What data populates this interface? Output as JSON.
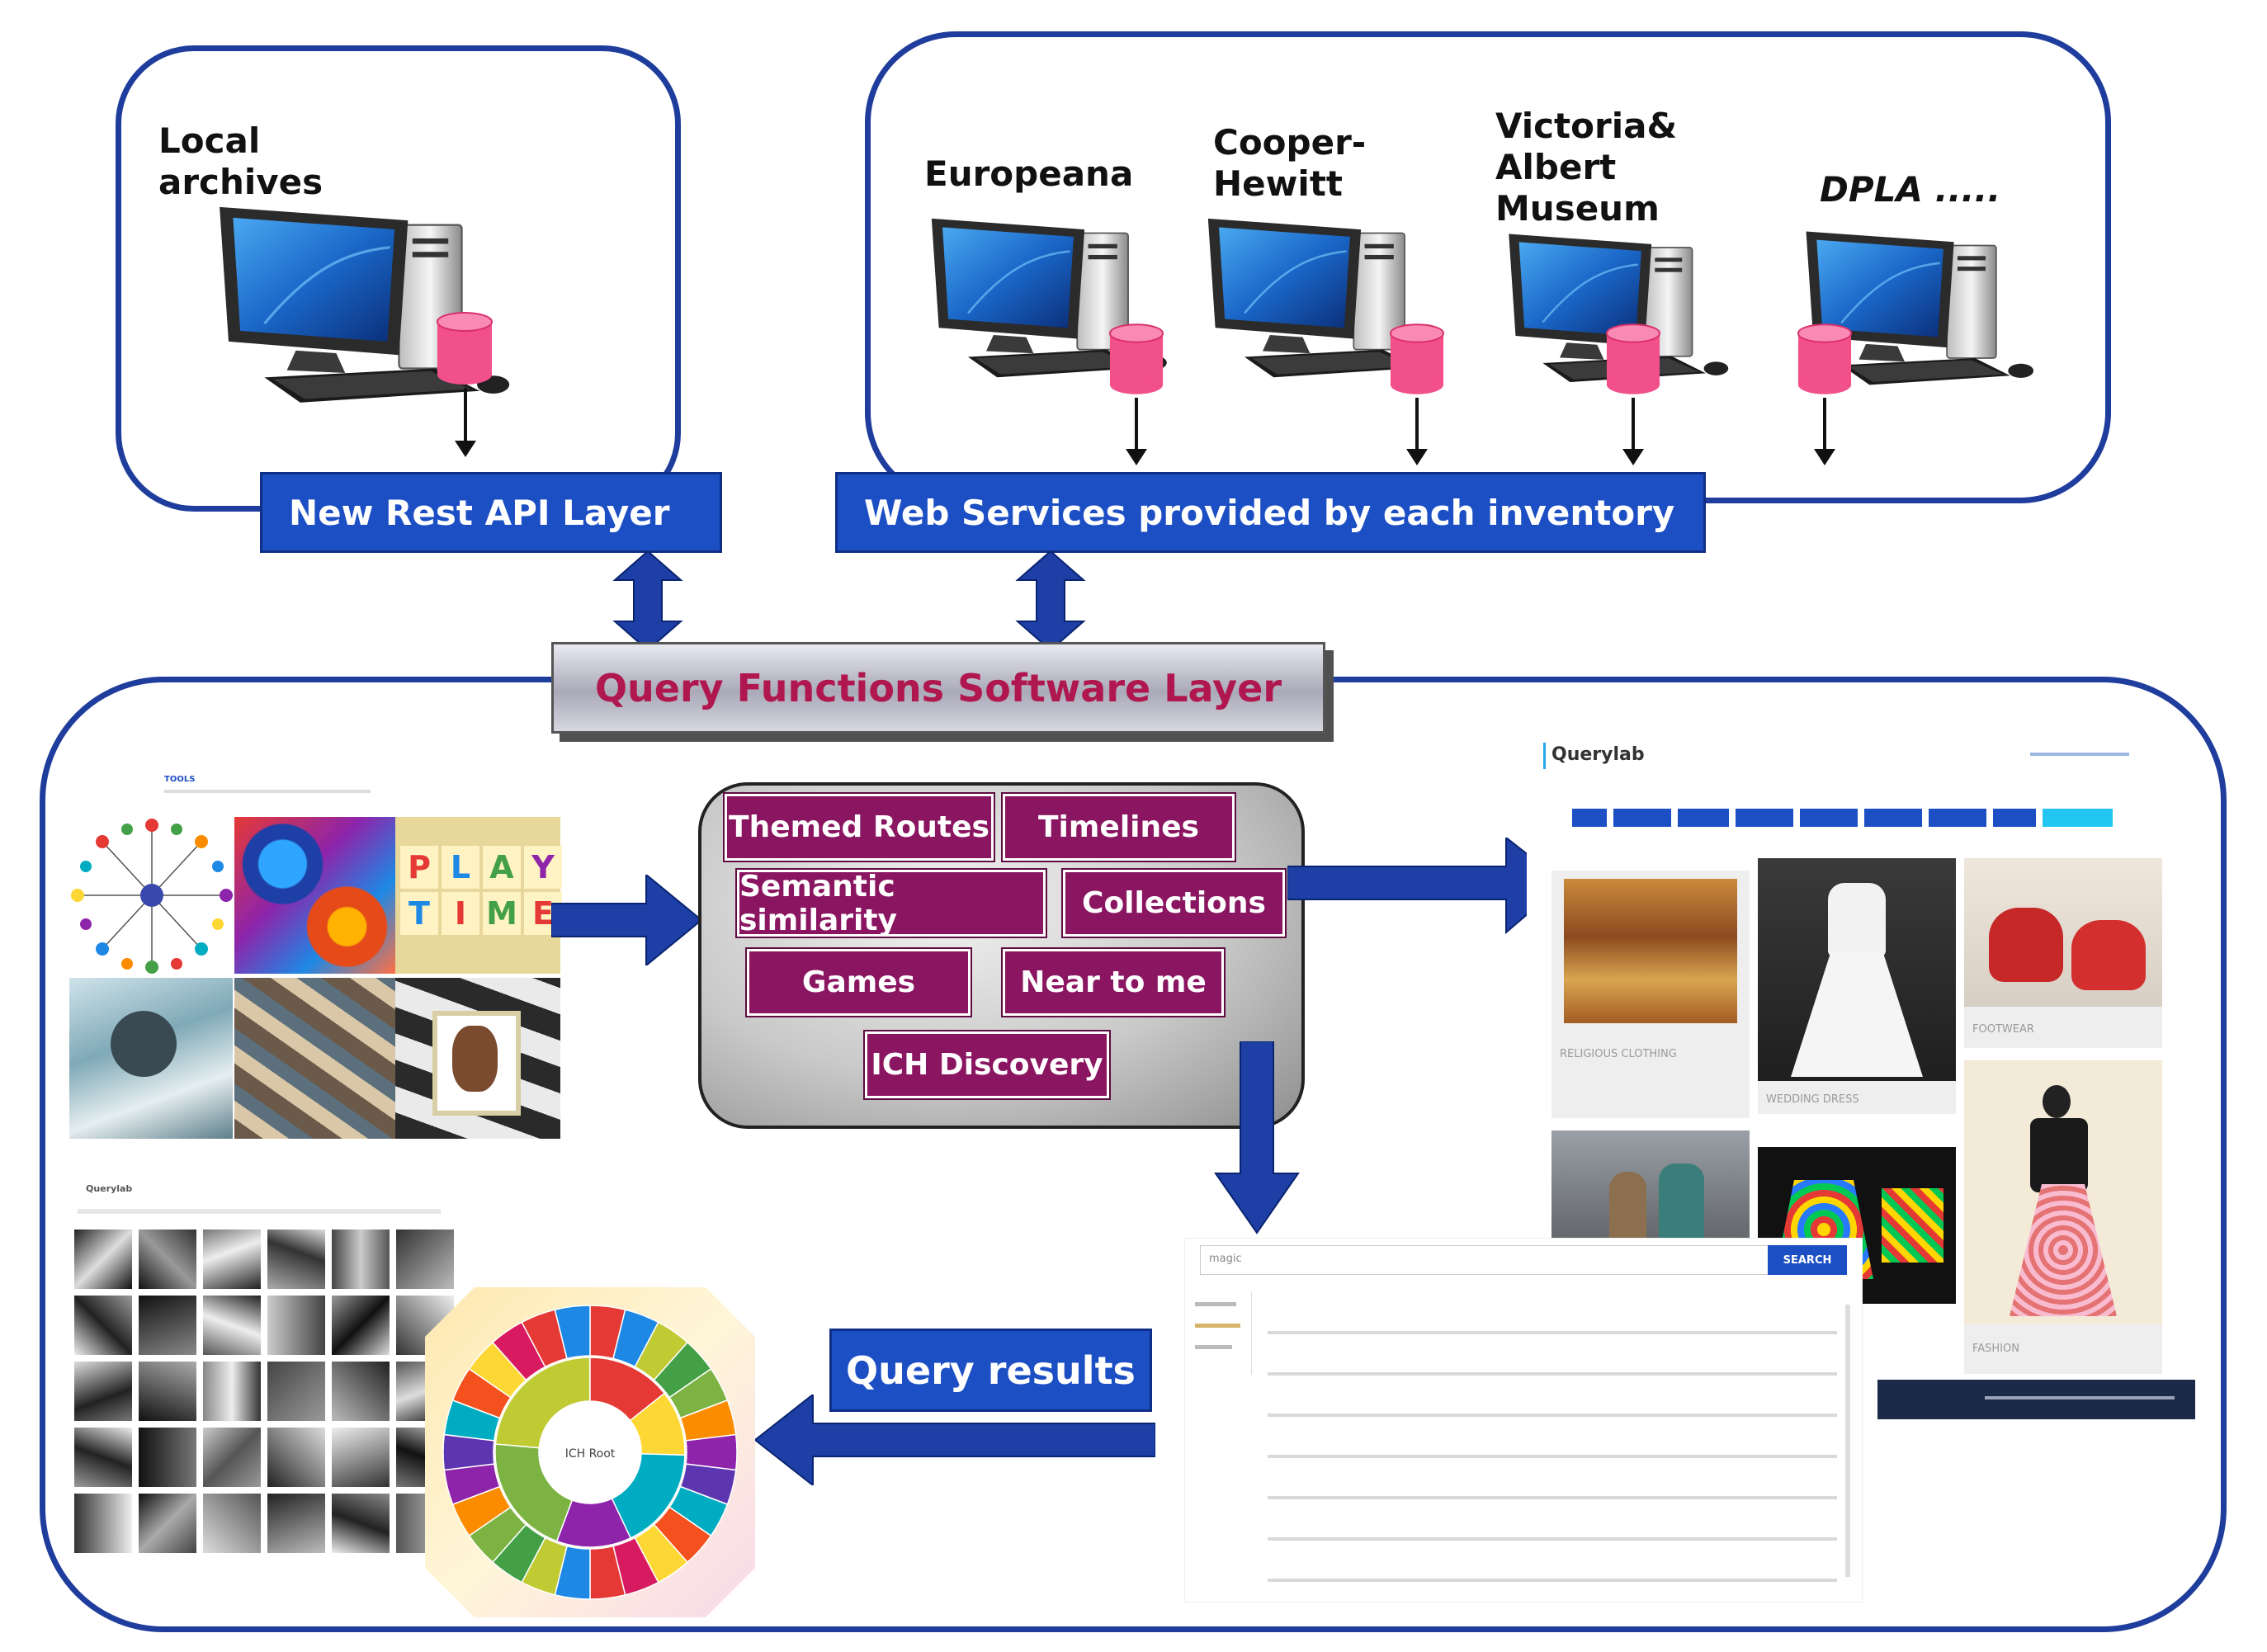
{
  "sources": {
    "local": {
      "label_line1": "Local",
      "label_line2": "archives"
    },
    "europeana": {
      "label": "Europeana"
    },
    "cooper": {
      "label_line1": "Cooper-",
      "label_line2": "Hewitt"
    },
    "va": {
      "label_line1": "Victoria&",
      "label_line2": "Albert",
      "label_line3": "Museum"
    },
    "dpla": {
      "label": "DPLA ....."
    }
  },
  "layers": {
    "rest": "New Rest API Layer",
    "web": "Web Services provided by each inventory",
    "query_functions": "Query Functions Software Layer"
  },
  "tools": {
    "themed_routes": "Themed Routes",
    "timelines": "Timelines",
    "semantic_similarity": "Semantic similarity",
    "collections": "Collections",
    "games": "Games",
    "near_to_me": "Near to me",
    "ich_discovery": "ICH Discovery"
  },
  "query_results": "Query results",
  "screens": {
    "tools_title": "TOOLS",
    "play_letters": [
      "P",
      "L",
      "A",
      "Y",
      "T",
      "I",
      "M",
      "E"
    ],
    "querylab_brand": "Querylab",
    "querylab_brand_small": "Querylab",
    "search_value": "magic",
    "search_button": "SEARCH",
    "gallery_captions": [
      "RELIGIOUS CLOTHING",
      "WEDDING DRESS",
      "FOOTWEAR",
      "FASHION"
    ],
    "sunburst_center": "ICH Root"
  },
  "colors": {
    "frame_blue": "#1f3d9c",
    "bar_blue": "#1d4fc4",
    "tool_purple": "#8a1560",
    "layer_text": "#b0174f",
    "db_pink": "#f2508a"
  }
}
